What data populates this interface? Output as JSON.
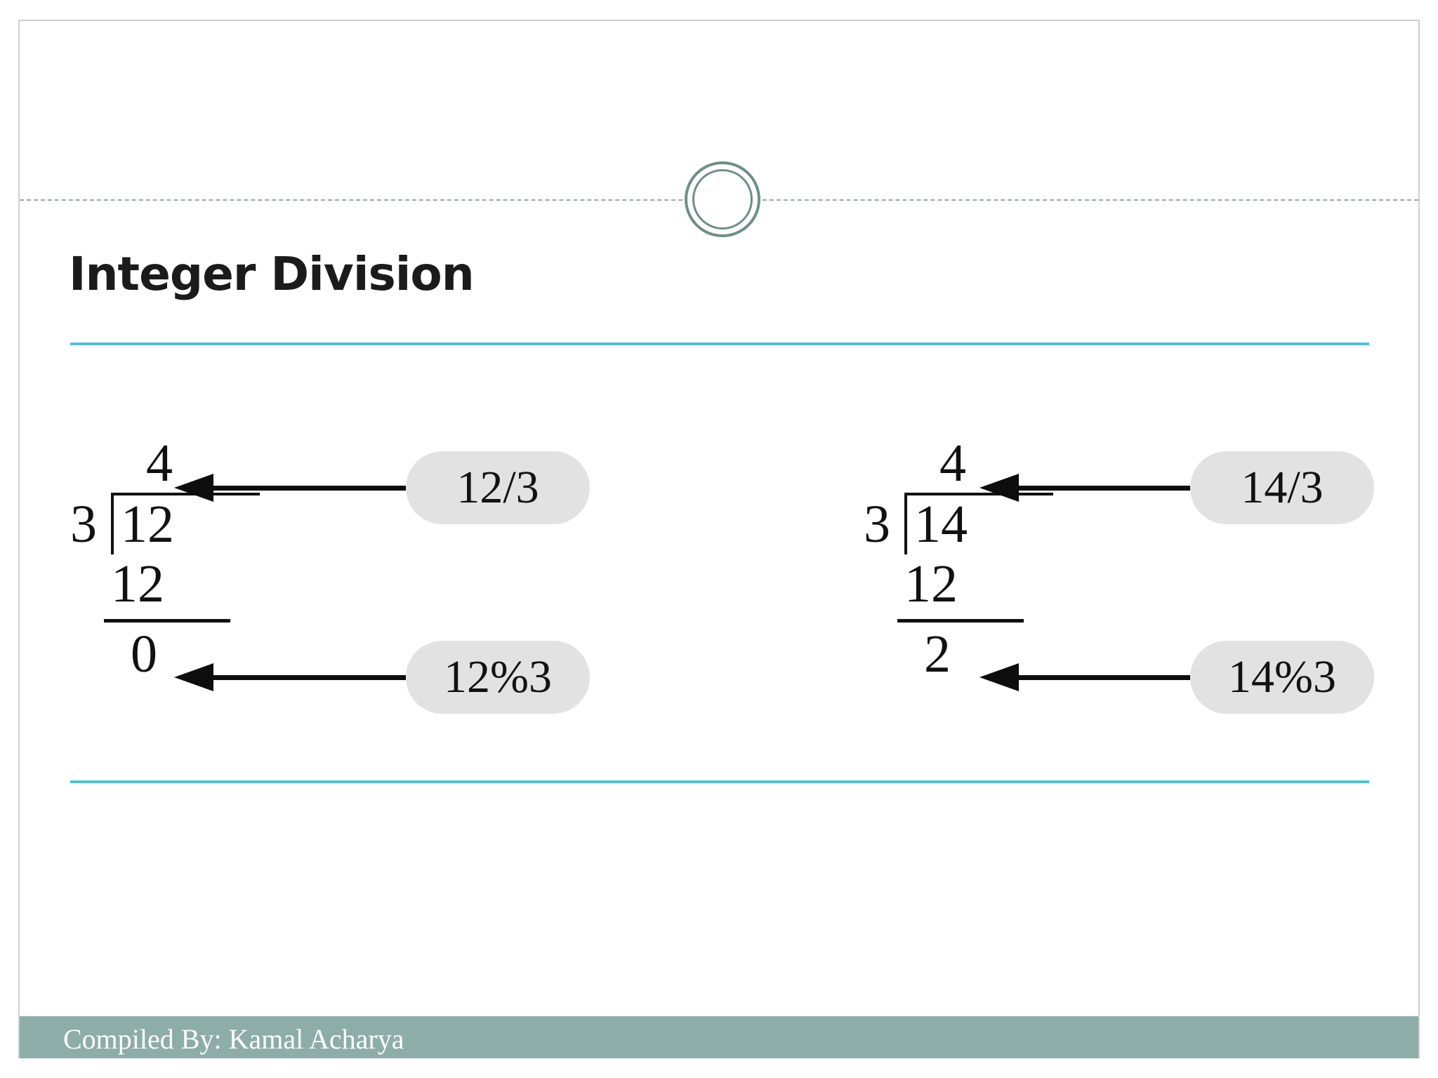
{
  "slide": {
    "title": "Integer Division",
    "footer_text": "Compiled By: Kamal Acharya",
    "accent_rule_color": "#4ec1d6",
    "footer_bar_color": "#8dada8",
    "circle_color": "#6f8e88",
    "pill_color": "#e2e2e2"
  },
  "problems": [
    {
      "id": "left",
      "divisor": "3",
      "dividend": "12",
      "quotient": "4",
      "subtrahend": "12",
      "remainder": "0",
      "quotient_callout": "12/3",
      "remainder_callout": "12%3"
    },
    {
      "id": "right",
      "divisor": "3",
      "dividend": "14",
      "quotient": "4",
      "subtrahend": "12",
      "remainder": "2",
      "quotient_callout": "14/3",
      "remainder_callout": "14%3"
    }
  ]
}
